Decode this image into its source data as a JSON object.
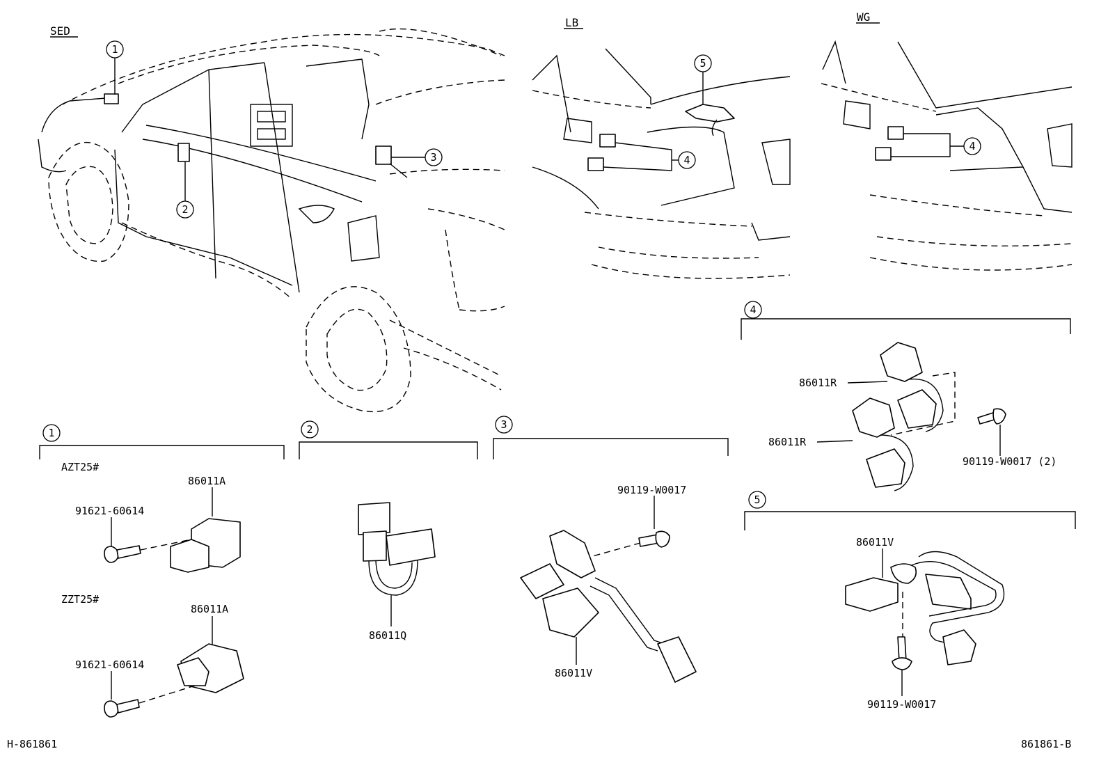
{
  "variants": {
    "sedan": "SED",
    "liftback": "LB",
    "wagon": "WG"
  },
  "callout_numbers": [
    "1",
    "2",
    "3",
    "4",
    "5"
  ],
  "sections": {
    "s1": {
      "number": "1",
      "groups": [
        {
          "model": "AZT25#",
          "part": "86011A",
          "screw": "91621-60614"
        },
        {
          "model": "ZZT25#",
          "part": "86011A",
          "screw": "91621-60614"
        }
      ]
    },
    "s2": {
      "number": "2",
      "part": "86011Q"
    },
    "s3": {
      "number": "3",
      "part": "86011V",
      "screw": "90119-W0017"
    },
    "s4": {
      "number": "4",
      "part_upper": "86011R",
      "part_lower": "86011R",
      "screw": "90119-W0017 (2)"
    },
    "s5": {
      "number": "5",
      "part": "86011V",
      "screw": "90119-W0017"
    }
  },
  "footer": {
    "left_code": "H-861861",
    "right_code": "861861-B"
  }
}
